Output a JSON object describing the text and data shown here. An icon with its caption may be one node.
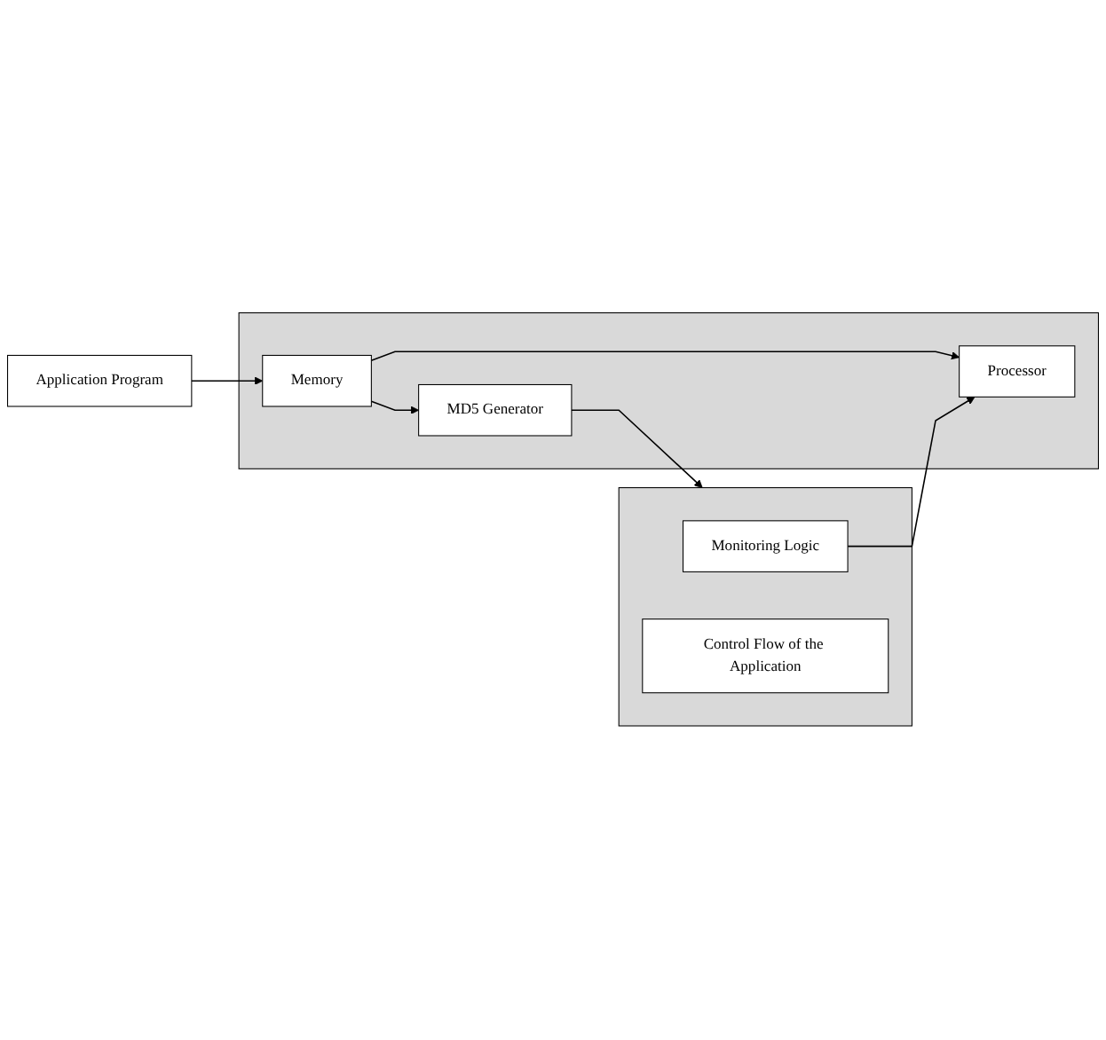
{
  "diagram": {
    "nodes": [
      {
        "text": [
          "Application Program"
        ]
      },
      {
        "text": [],
        "shape": "box"
      },
      {
        "text": [
          "Memory"
        ],
        "in": 1
      },
      {
        "text": [
          "Processor"
        ],
        "in": 1
      },
      {
        "text": [
          "MD5 Generator"
        ],
        "in": 1
      },
      {
        "text": [],
        "shape": "box"
      },
      {
        "text": [
          "Monitoring Logic"
        ],
        "in": 5
      },
      {
        "text": [
          "Control Flow of the Application"
        ],
        "in": 5
      }
    ],
    "edges": [
      {
        "from": 0,
        "to": 2,
        "arrow": "to"
      },
      {
        "from": 2,
        "to": 3,
        "arrow": "to"
      },
      {
        "from": 2,
        "to": 4,
        "arrow": "to"
      },
      {
        "from": 6,
        "to": 3,
        "arrow": "to"
      },
      {
        "from": 4,
        "to": 5,
        "arrow": "to"
      }
    ]
  }
}
